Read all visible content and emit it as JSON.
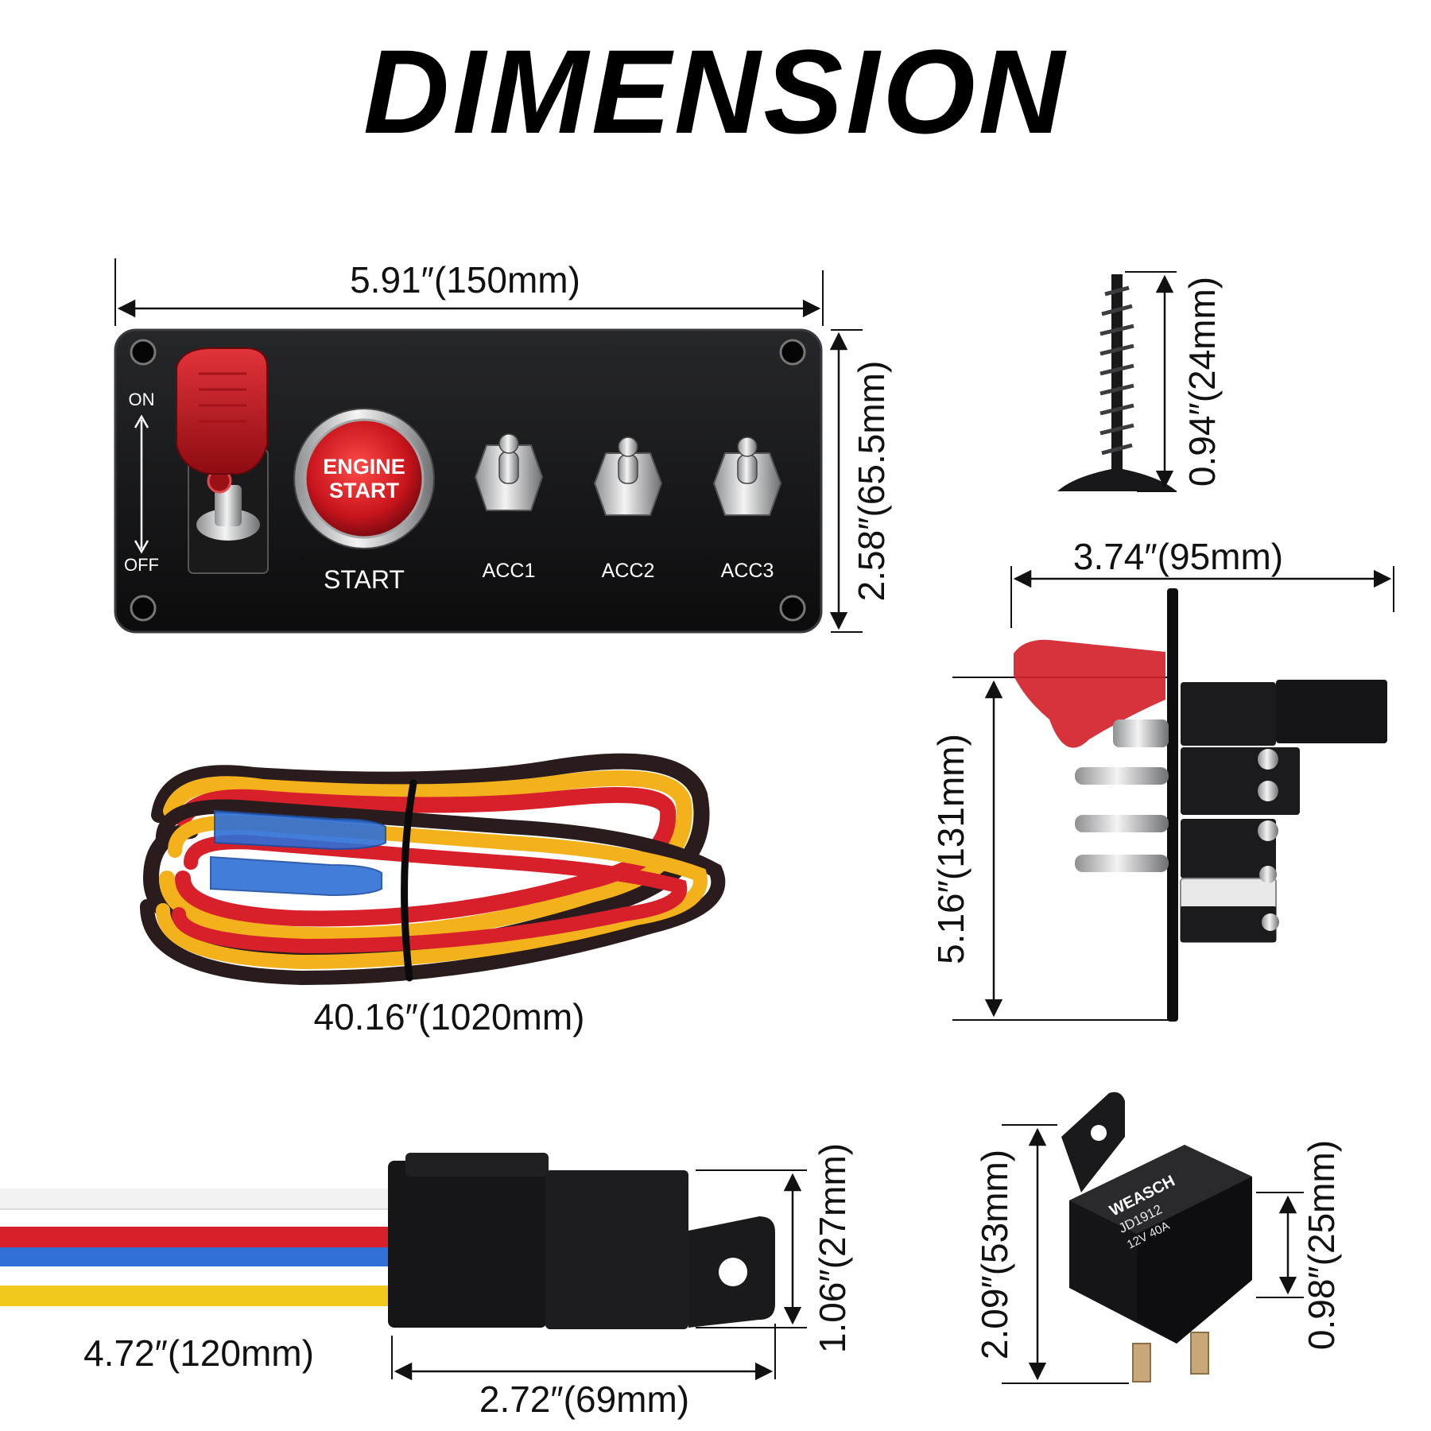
{
  "title": "DIMENSION",
  "panel": {
    "width_label": "5.91″(150mm)",
    "height_label": "2.58″(65.5mm)",
    "on_label": "ON",
    "off_label": "OFF",
    "button_text_line1": "ENGINE",
    "button_text_line2": "START",
    "start_label": "START",
    "acc1_label": "ACC1",
    "acc2_label": "ACC2",
    "acc3_label": "ACC3"
  },
  "screw": {
    "length_label": "0.94″(24mm)"
  },
  "side_view": {
    "depth_label": "3.74″(95mm)",
    "height_label": "5.16″(131mm)"
  },
  "harness": {
    "length_label": "40.16″(1020mm)"
  },
  "relay_socket": {
    "wire_length_label": "4.72″(120mm)",
    "length_label": "2.72″(69mm)",
    "height_label": "1.06″(27mm)"
  },
  "relay": {
    "brand": "WEASCH",
    "model": "JD1912",
    "rating": "12V  40A",
    "height_label": "2.09″(53mm)",
    "width_label": "0.98″(25mm)"
  },
  "colors": {
    "panel": "#111214",
    "red": "#c8141c",
    "wire_red": "#d8202a",
    "wire_yellow": "#f3b21c",
    "wire_black": "#2a1c1c",
    "wire_blue": "#2f6fd6",
    "wire_white": "#f2f2f2"
  }
}
